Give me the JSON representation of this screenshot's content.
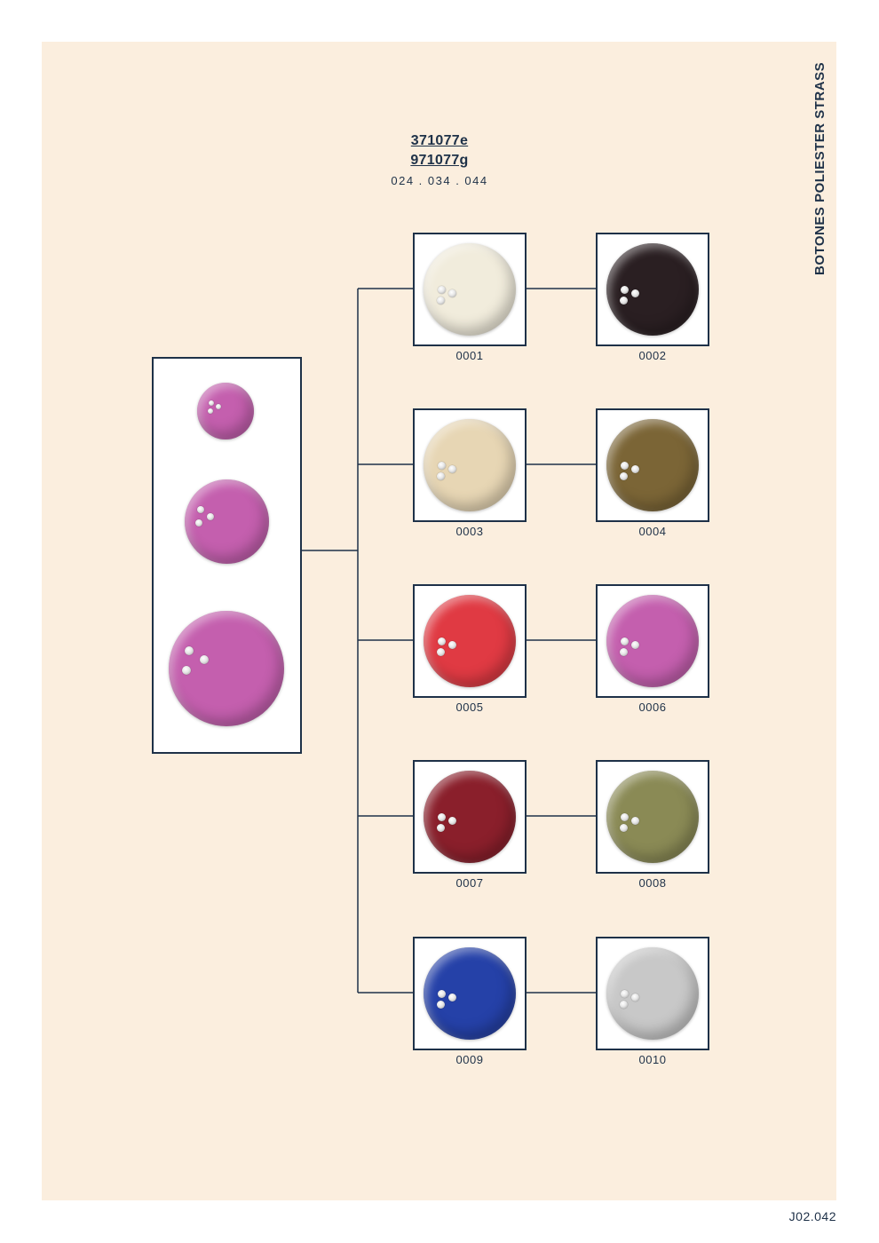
{
  "side_title": "BOTONES POLIESTER STRASS",
  "header": {
    "code1": "371077e",
    "code2": "971077g",
    "sizes": "024 . 034 . 044"
  },
  "colors": {
    "panel": "#fbeede",
    "line": "#1e3148",
    "main_button": "#c45fae"
  },
  "variants": [
    {
      "code": "0001",
      "color": "#f1ecdc",
      "name": "ivory"
    },
    {
      "code": "0002",
      "color": "#2a1f22",
      "name": "black-brown"
    },
    {
      "code": "0003",
      "color": "#e7d6b4",
      "name": "beige"
    },
    {
      "code": "0004",
      "color": "#7b6536",
      "name": "olive-brown"
    },
    {
      "code": "0005",
      "color": "#e03a43",
      "name": "red"
    },
    {
      "code": "0006",
      "color": "#c45fae",
      "name": "pink"
    },
    {
      "code": "0007",
      "color": "#8a1f2b",
      "name": "burgundy"
    },
    {
      "code": "0008",
      "color": "#8a8a55",
      "name": "olive-green"
    },
    {
      "code": "0009",
      "color": "#2541a8",
      "name": "royal-blue"
    },
    {
      "code": "0010",
      "color": "#c8c8c8",
      "name": "silver-grey"
    }
  ],
  "footer": "J02.042"
}
